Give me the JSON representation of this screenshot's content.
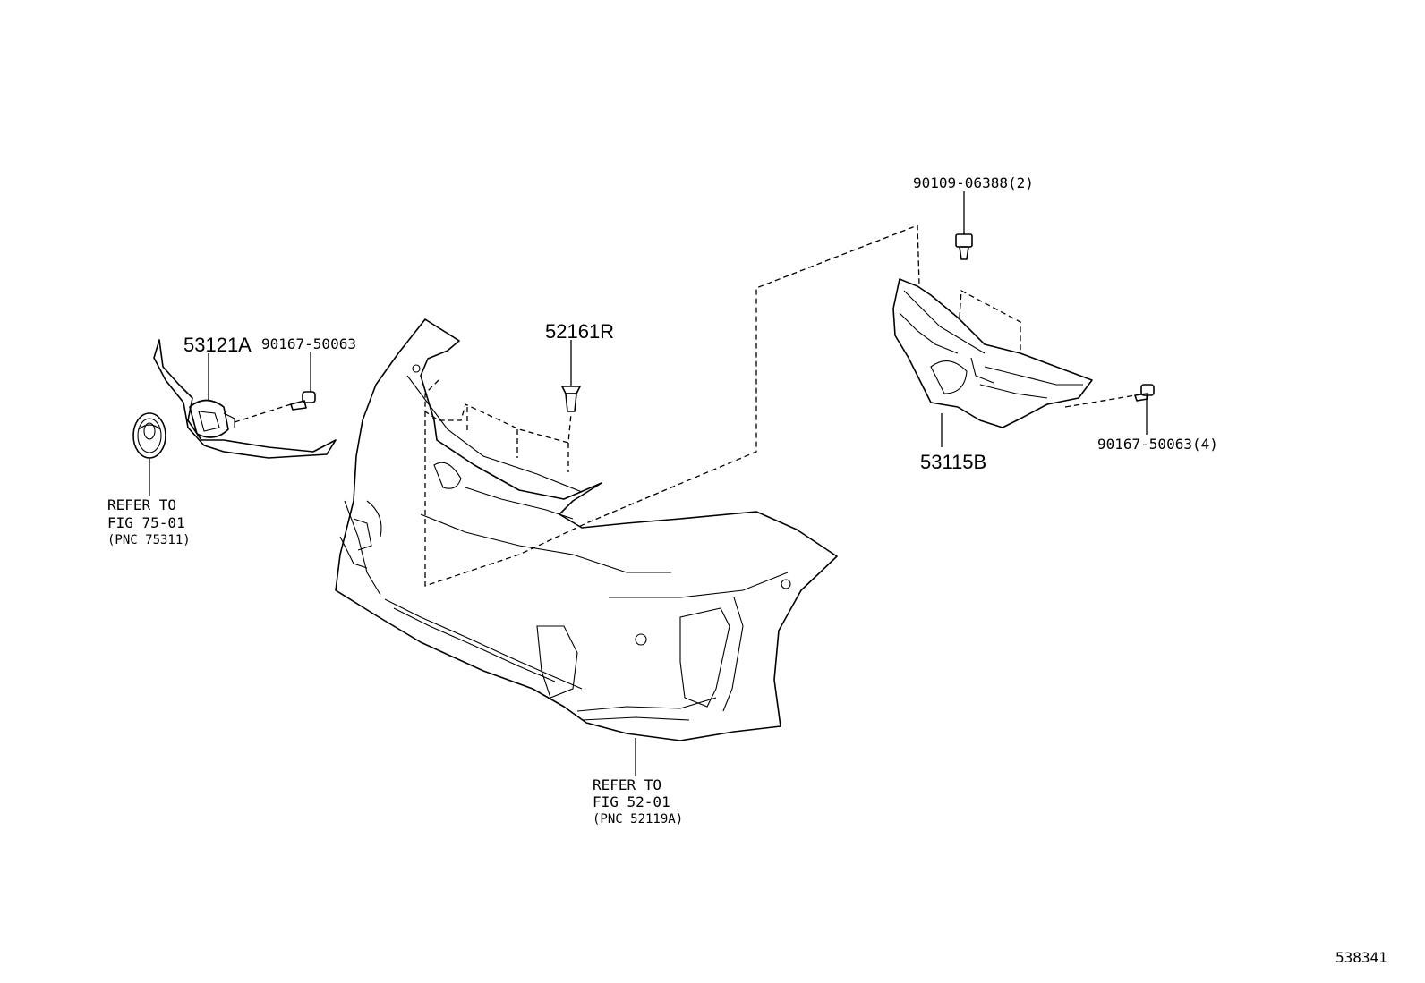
{
  "parts": {
    "grille_molding": "53121A",
    "grille_screw": "90167-50063",
    "clip": "52161R",
    "bracket_bolt": "90109-06388(2)",
    "retainer": "53115B",
    "retainer_screw": "90167-50063(4)"
  },
  "refs": {
    "emblem": {
      "line1": "REFER TO",
      "line2": "FIG 75-01",
      "line3": "(PNC 75311)"
    },
    "bumper": {
      "line1": "REFER TO",
      "line2": "FIG 52-01",
      "line3": "(PNC 52119A)"
    }
  },
  "illustration_id": "538341"
}
